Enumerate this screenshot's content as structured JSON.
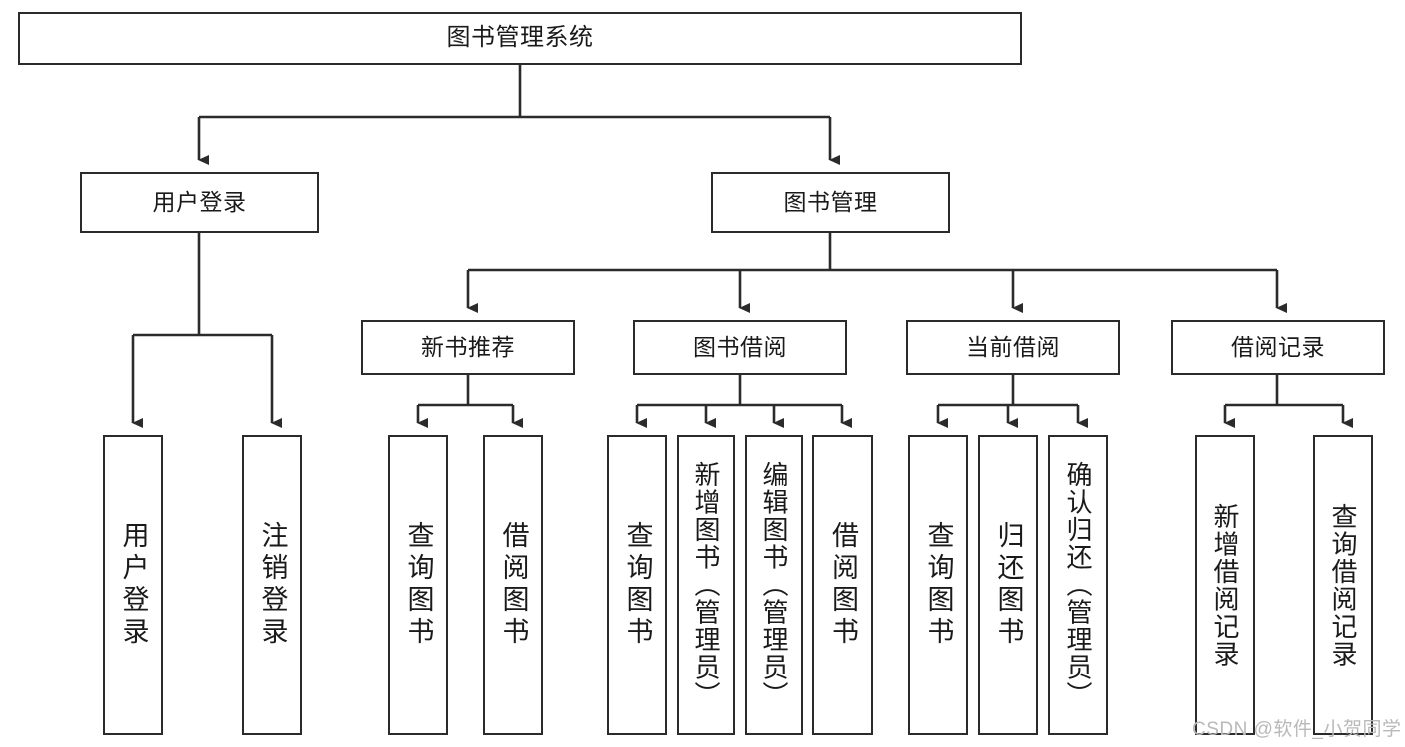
{
  "diagram": {
    "type": "tree-hierarchy-chart",
    "title": "图书管理系统",
    "colors": {
      "background": "#ffffff",
      "box_border": "#2b2b2b",
      "box_fill": "#ffffff",
      "text": "#1a1a1a",
      "connector": "#2b2b2b",
      "watermark": "#b9b9b9"
    },
    "root": {
      "label": "图书管理系统"
    },
    "level2": [
      {
        "label": "用户登录"
      },
      {
        "label": "图书管理"
      }
    ],
    "level3": [
      {
        "label": "新书推荐"
      },
      {
        "label": "图书借阅"
      },
      {
        "label": "当前借阅"
      },
      {
        "label": "借阅记录"
      }
    ],
    "leaves": {
      "user_login": [
        {
          "label": "用户登录"
        },
        {
          "label": "注销登录"
        }
      ],
      "new_book_recommend": [
        {
          "label": "查询图书"
        },
        {
          "label": "借阅图书"
        }
      ],
      "book_borrow": [
        {
          "label": "查询图书"
        },
        {
          "label": "新增图书（管理员）"
        },
        {
          "label": "编辑图书（管理员）"
        },
        {
          "label": "借阅图书"
        }
      ],
      "current_borrow": [
        {
          "label": "查询图书"
        },
        {
          "label": "归还图书"
        },
        {
          "label": "确认归还（管理员）"
        }
      ],
      "borrow_record": [
        {
          "label": "新增借阅记录"
        },
        {
          "label": "查询借阅记录"
        }
      ]
    }
  },
  "watermark": {
    "text": "CSDN @软件_小贺同学"
  }
}
